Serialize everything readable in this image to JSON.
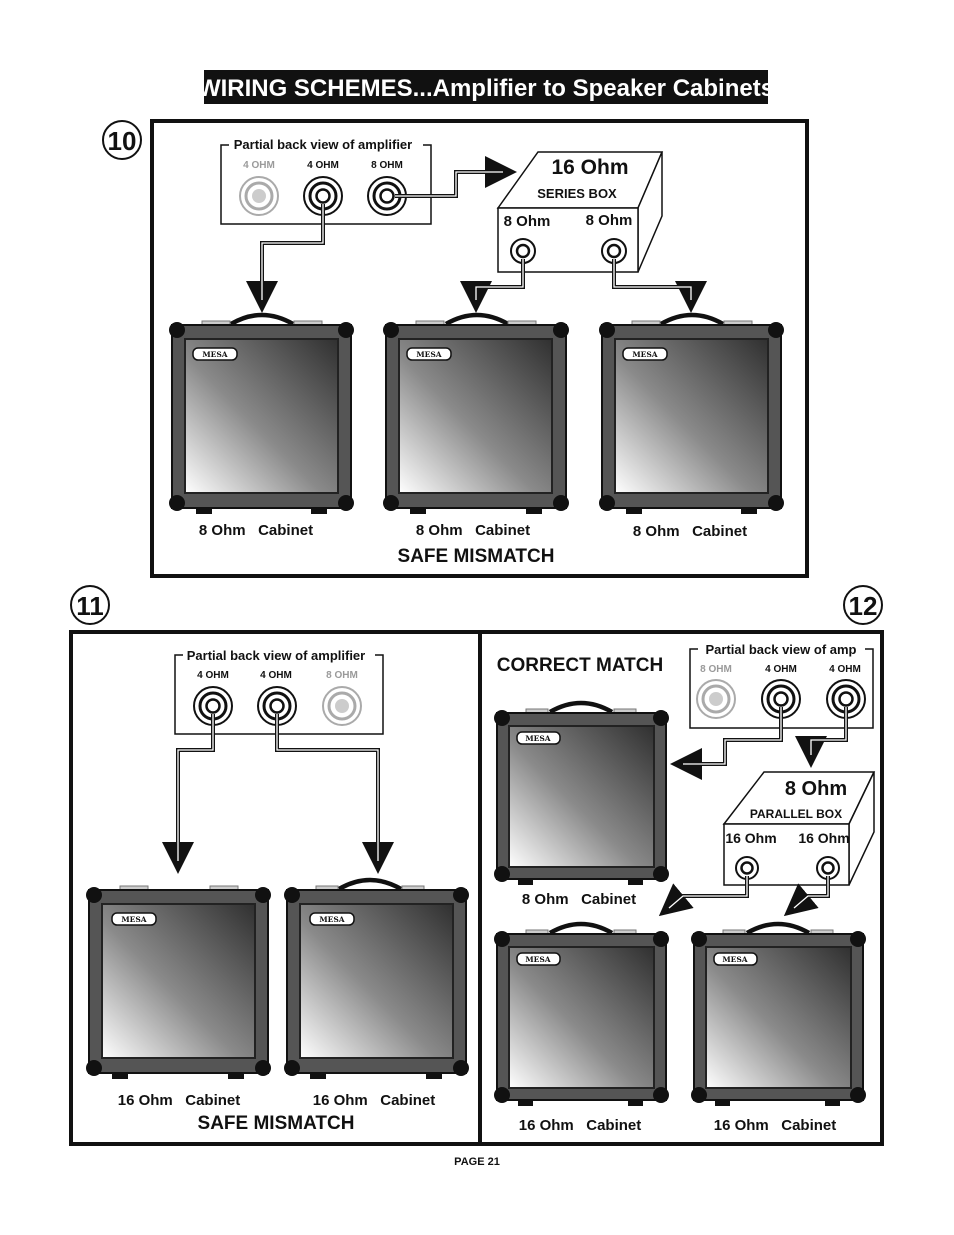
{
  "title": "WIRING SCHEMES...Amplifier to Speaker Cabinets",
  "page": "PAGE 21",
  "brand_badge": "MESA",
  "diagram10": {
    "number": "10",
    "amp_label": "Partial back view of amplifier",
    "jacks": [
      "4 OHM",
      "4 OHM",
      "8 OHM"
    ],
    "box_ohm": "16 Ohm",
    "box_name": "SERIES BOX",
    "box_jacks": [
      "8 Ohm",
      "8 Ohm"
    ],
    "cabinets": [
      "8 Ohm   Cabinet",
      "8 Ohm   Cabinet",
      "8 Ohm   Cabinet"
    ],
    "status": "SAFE MISMATCH"
  },
  "diagram11": {
    "number": "11",
    "amp_label": "Partial back view of amplifier",
    "jacks": [
      "4 OHM",
      "4 OHM",
      "8 OHM"
    ],
    "cabinets": [
      "16 Ohm   Cabinet",
      "16 Ohm   Cabinet"
    ],
    "status": "SAFE MISMATCH"
  },
  "diagram12": {
    "number": "12",
    "status": "CORRECT MATCH",
    "amp_label": "Partial back view of amp",
    "jacks": [
      "8 OHM",
      "4 OHM",
      "4 OHM"
    ],
    "box_ohm": "8 Ohm",
    "box_name": "PARALLEL BOX",
    "box_jacks": [
      "16 Ohm",
      "16 Ohm"
    ],
    "cabinets": [
      "8 Ohm   Cabinet",
      "16 Ohm   Cabinet",
      "16 Ohm   Cabinet"
    ]
  },
  "colors": {
    "ink": "#111111",
    "cabinet_frame": "#555555",
    "inactive_jack": "#aaaaaa"
  }
}
